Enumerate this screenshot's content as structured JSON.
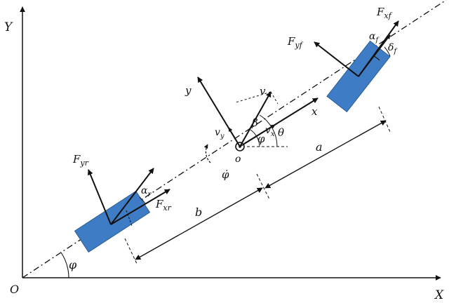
{
  "axes": {
    "x_label": "X",
    "y_label": "Y",
    "origin_label": "O"
  },
  "global_angle": "φ",
  "body": {
    "cg_label": "o",
    "x_label": "x",
    "y_label": "y",
    "v_label": "v",
    "vx_main": "v",
    "vx_sub": "x",
    "vy_main": "v",
    "vy_sub": "y",
    "beta": "β",
    "theta": "θ",
    "phi": "φ",
    "phi_dot": "φ̇"
  },
  "front": {
    "fx_main": "F",
    "fx_sub": "xf",
    "fy_main": "F",
    "fy_sub": "yf",
    "alpha_main": "α",
    "alpha_sub": "f",
    "delta_main": "δ",
    "delta_sub": "f"
  },
  "rear": {
    "fx_main": "F",
    "fx_sub": "xr",
    "fy_main": "F",
    "fy_sub": "yr",
    "alpha_main": "α",
    "alpha_sub": "r"
  },
  "dimensions": {
    "a": "a",
    "b": "b"
  },
  "colors": {
    "wheel": "#3e7cc6",
    "wheel_stroke": "#2b5d96",
    "ink": "#111111"
  }
}
